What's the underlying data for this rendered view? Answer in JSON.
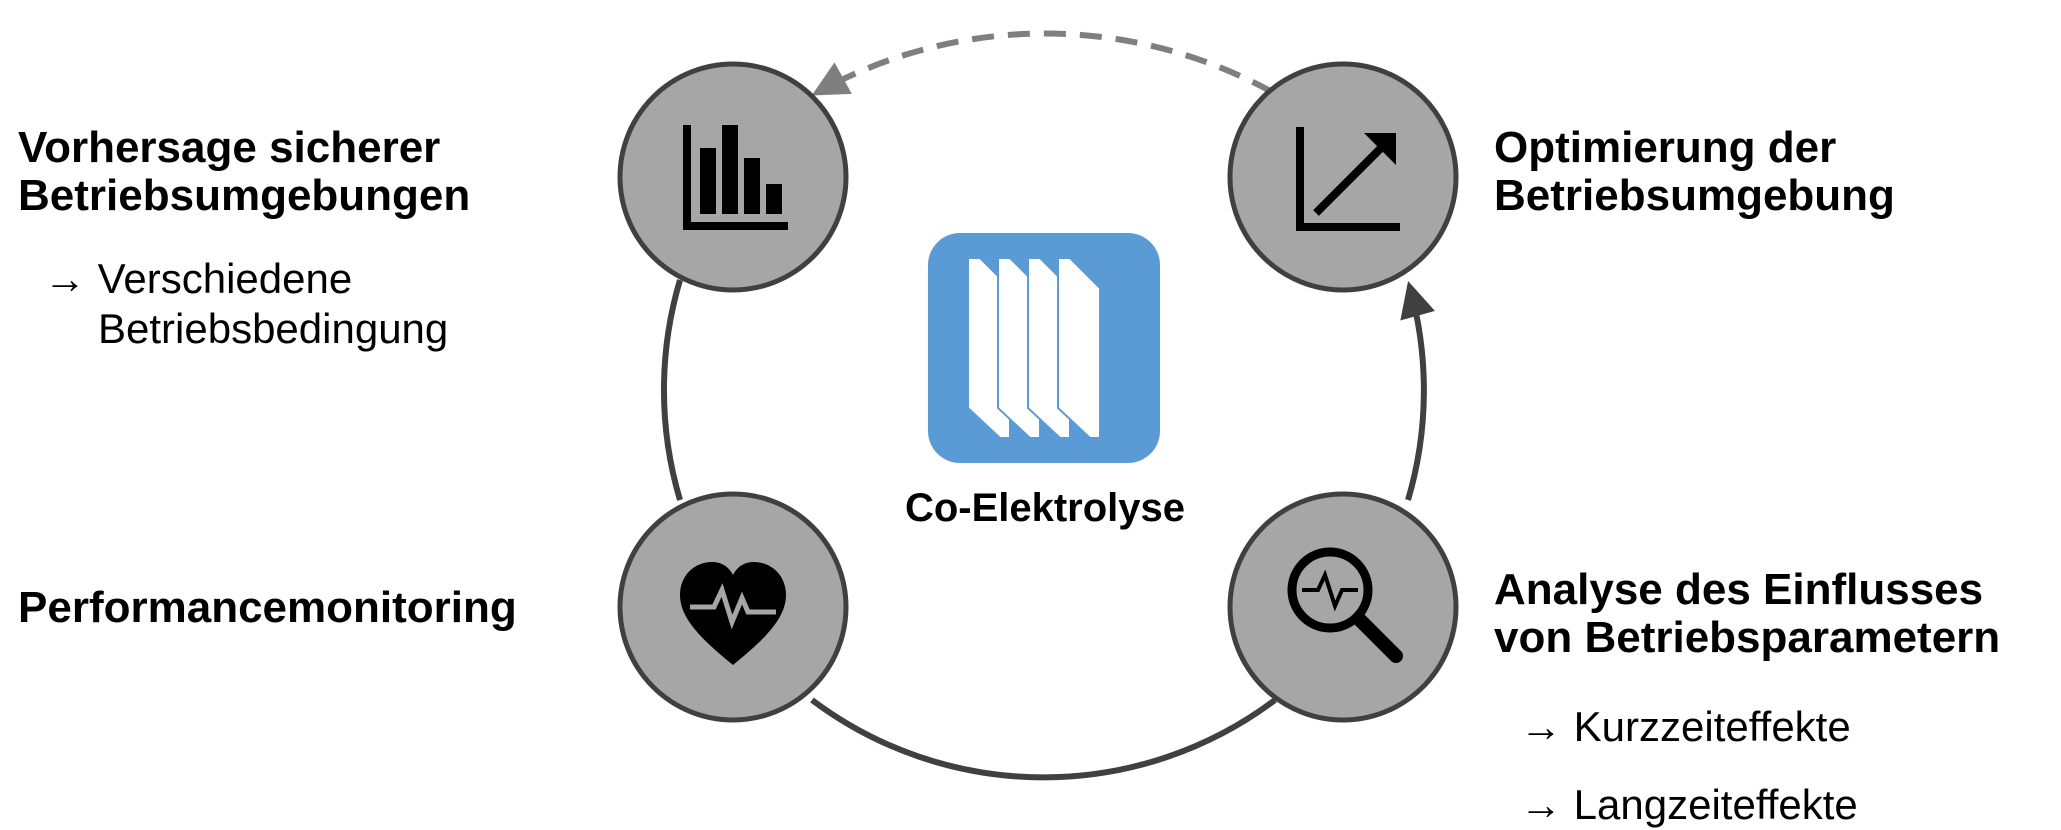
{
  "center": {
    "label": "Co-Elektrolyse",
    "color": "#5b9bd5"
  },
  "nodes": {
    "top_left": {
      "icon": "bar-chart-icon",
      "title_line1": "Vorhersage sicherer",
      "title_line2": "Betriebsumgebungen",
      "sub_line1": "→ Verschiedene",
      "sub_line2": "Betriebsbedingung"
    },
    "top_right": {
      "icon": "trend-chart-icon",
      "title_line1": "Optimierung der",
      "title_line2": "Betriebsumgebung"
    },
    "bottom_left": {
      "icon": "heartbeat-icon",
      "title": "Performancemonitoring"
    },
    "bottom_right": {
      "icon": "magnifier-pulse-icon",
      "title_line1": "Analyse des Einflusses",
      "title_line2": "von Betriebsparametern",
      "sub_line1": "→ Kurzzeiteffekte",
      "sub_line2": "→ Langzeiteffekte"
    }
  },
  "colors": {
    "node_fill": "#a6a6a6",
    "node_stroke": "#404040",
    "cycle_line": "#404040",
    "dashed_arrow": "#7f7f7f"
  }
}
